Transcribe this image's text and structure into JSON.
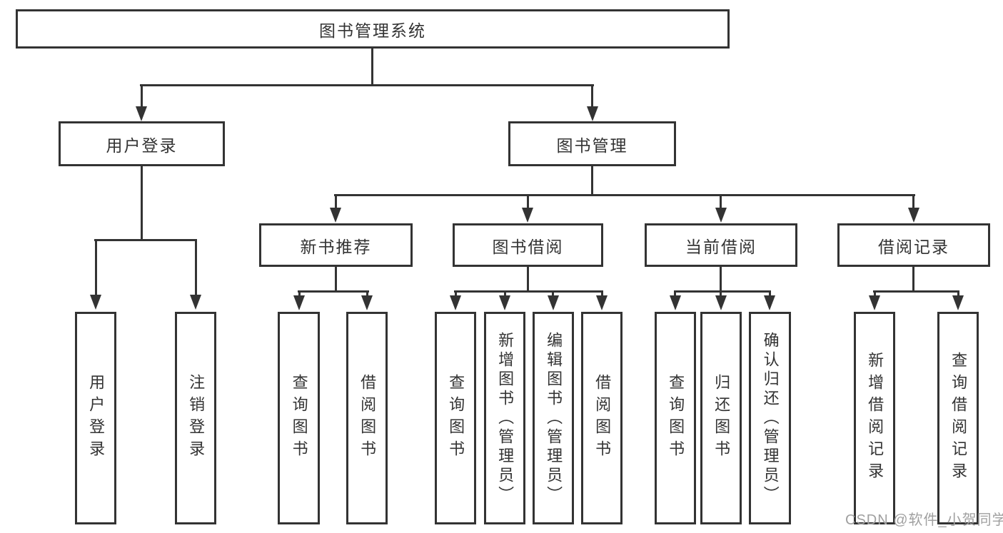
{
  "colors": {
    "line": "#333333",
    "text": "#333333",
    "watermark": "#a0a0a0",
    "background": "#ffffff"
  },
  "diagram": {
    "root": "图书管理系统",
    "user_login": {
      "label": "用户登录",
      "children": {
        "login": "用户登录",
        "logout": "注销登录"
      }
    },
    "book_mgmt": {
      "label": "图书管理",
      "new_books": {
        "label": "新书推荐",
        "children": {
          "query": "查询图书",
          "borrow": "借阅图书"
        }
      },
      "book_borrow": {
        "label": "图书借阅",
        "children": {
          "query": "查询图书",
          "add": "新增图书（管理员）",
          "edit": "编辑图书（管理员）",
          "borrow": "借阅图书"
        }
      },
      "current_borrow": {
        "label": "当前借阅",
        "children": {
          "query": "查询图书",
          "return": "归还图书",
          "confirm": "确认归还（管理员）"
        }
      },
      "records": {
        "label": "借阅记录",
        "children": {
          "add": "新增借阅记录",
          "query": "查询借阅记录"
        }
      }
    }
  },
  "watermark": "CSDN @软件_小贺同学"
}
